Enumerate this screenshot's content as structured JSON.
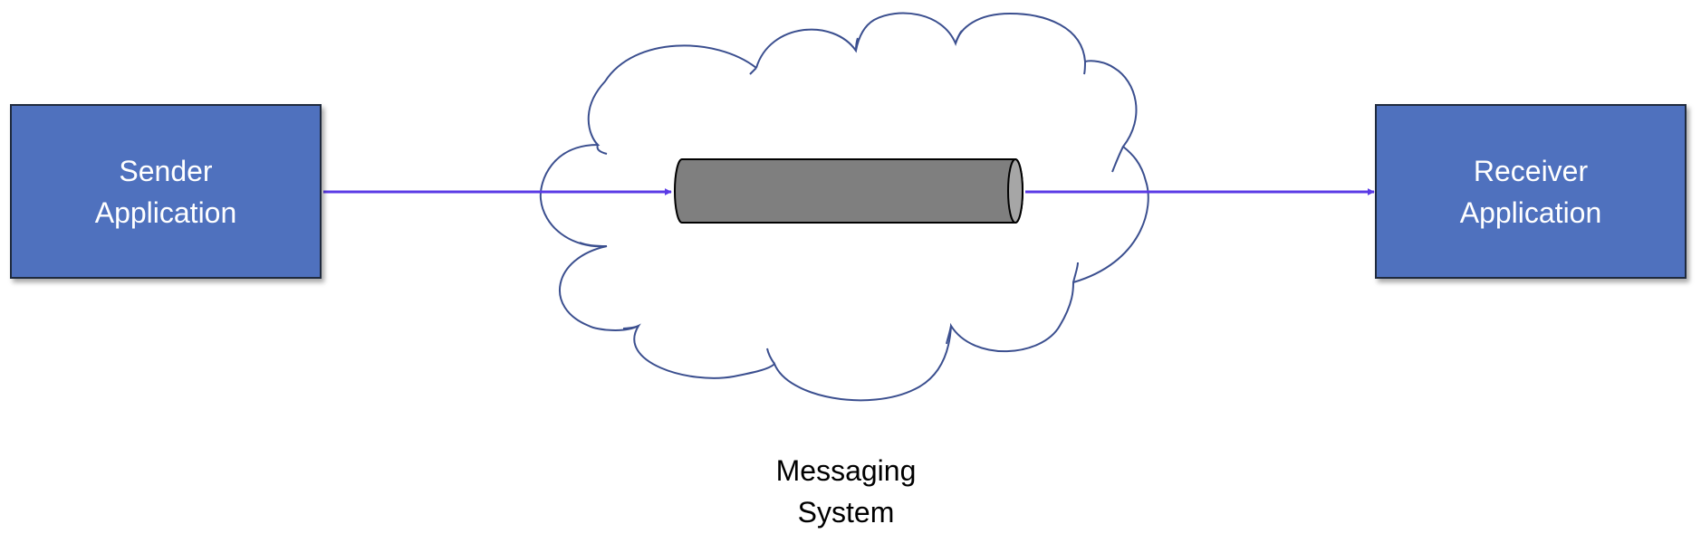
{
  "colors": {
    "app_box_fill": "#4f71be",
    "cloud_stroke": "#3b4f8f",
    "arrow": "#5b3be6",
    "pipe_body": "#7f7f7f",
    "pipe_end": "#a6a6a6",
    "pipe_outline": "#000000"
  },
  "sender": {
    "line1": "Sender",
    "line2": "Application"
  },
  "receiver": {
    "line1": "Receiver",
    "line2": "Application"
  },
  "messaging_system": {
    "line1": "Messaging",
    "line2": "System",
    "icon": "cloud-icon",
    "channel_icon": "pipe-cylinder-icon"
  }
}
